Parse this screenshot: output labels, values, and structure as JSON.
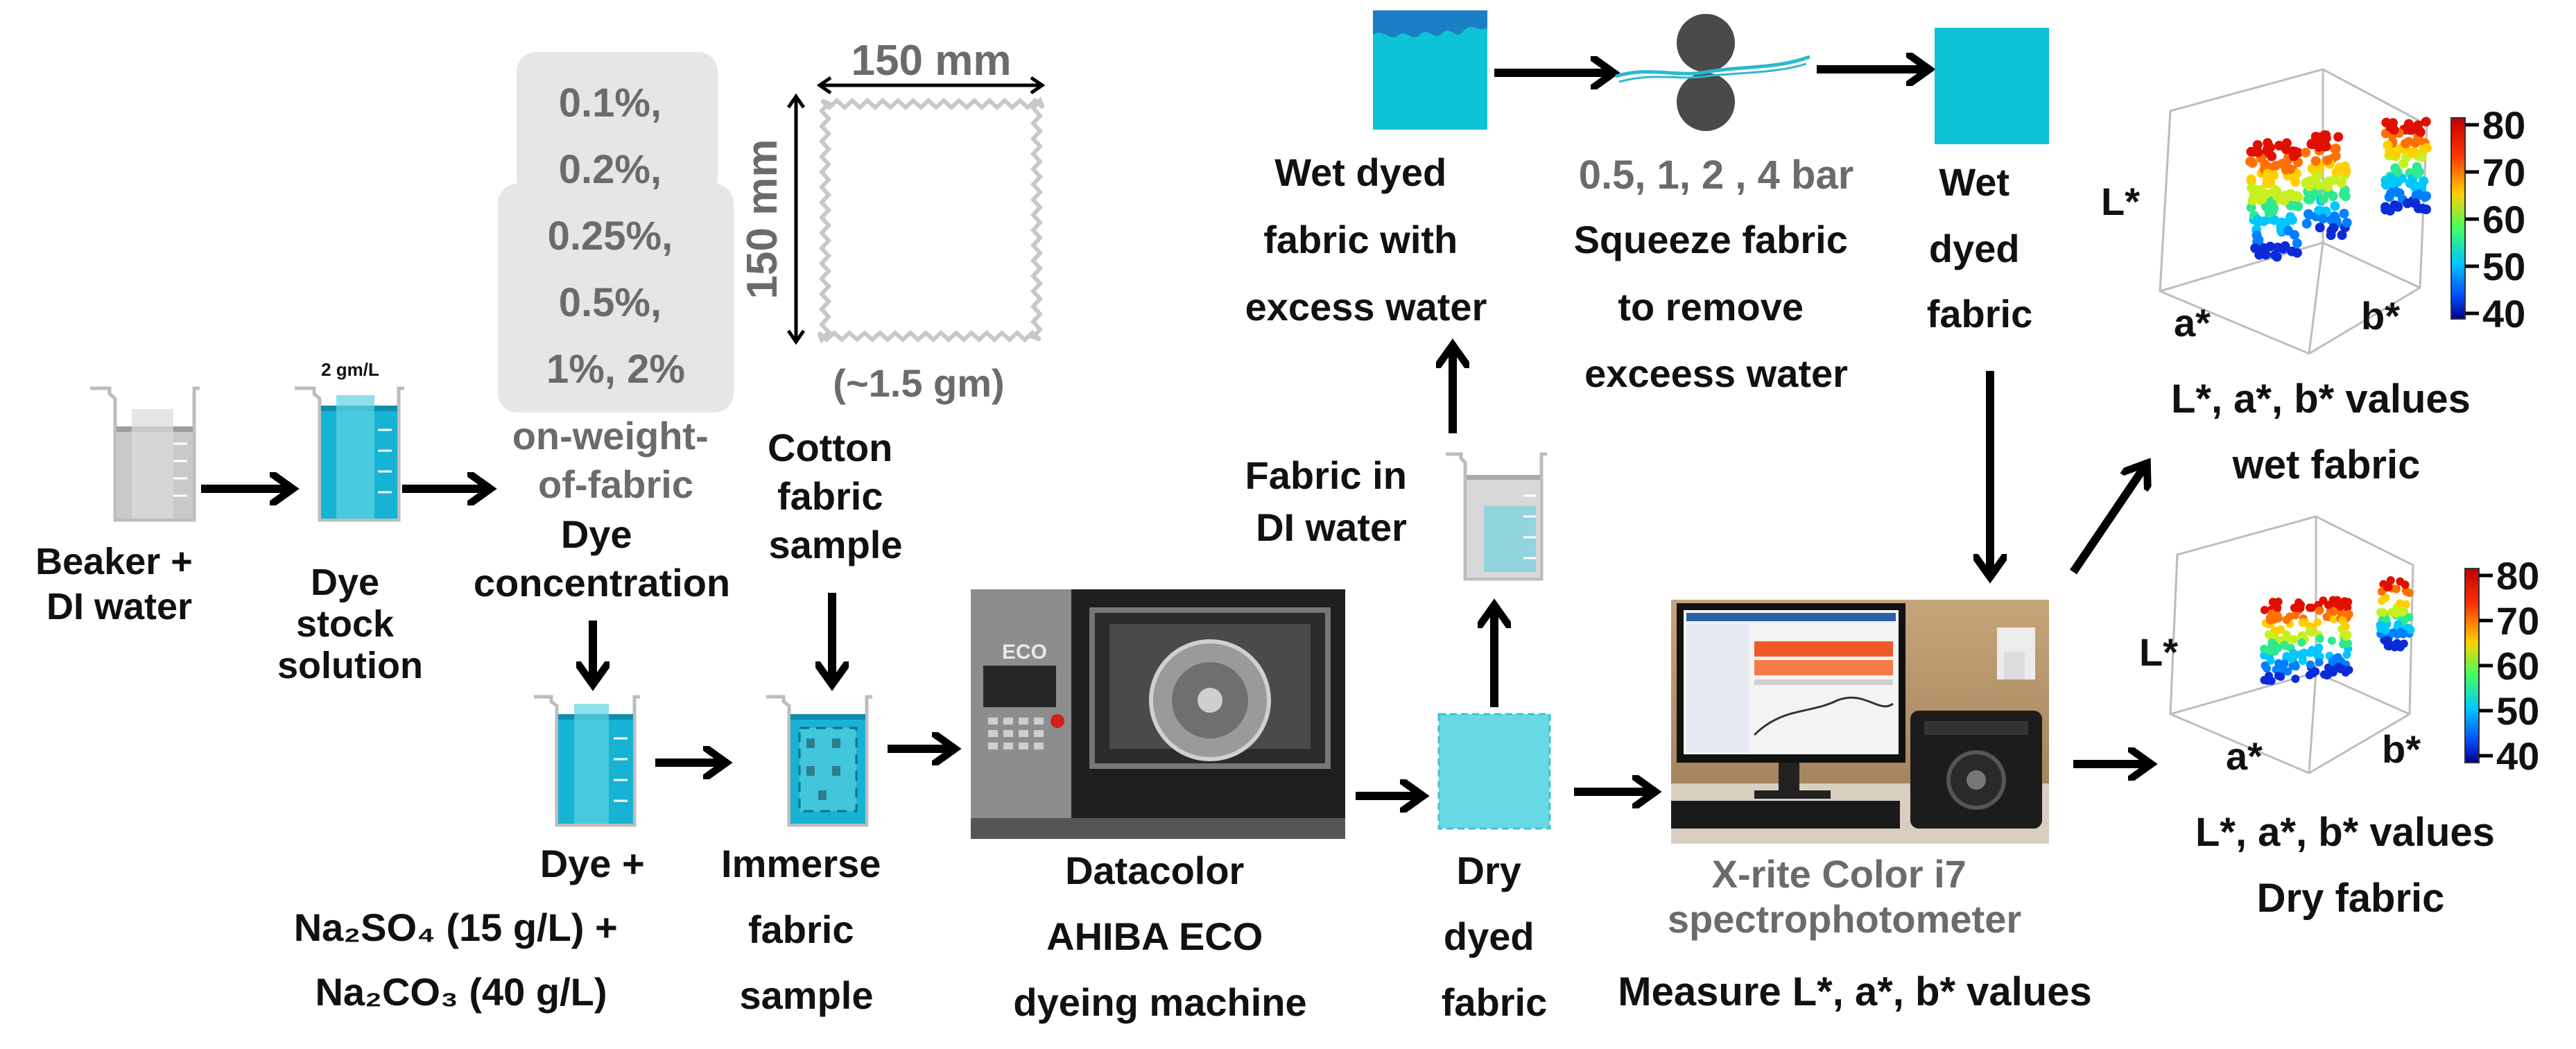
{
  "colors": {
    "dye": "#17b3d4",
    "dye_light": "#5ed4e4",
    "fabric_cyan": "#0fc3d6",
    "dry_fabric": "#66d9e4",
    "gray_text": "#6b6b6b",
    "concentration_bg": "#e6e6e6"
  },
  "labels": {
    "beaker_water": [
      "Beaker +",
      "DI water"
    ],
    "dye_stock": [
      "Dye",
      "stock",
      "solution"
    ],
    "stock_conc": "2 gm/L",
    "concentrations": [
      "0.1%,",
      "0.2%,",
      "0.25%,",
      "0.5%,",
      "1%, 2%"
    ],
    "owf": [
      "on-weight-",
      "of-fabric"
    ],
    "dye_concentration": [
      "Dye",
      "concentration"
    ],
    "fabric_width": "150 mm",
    "fabric_height": "150 mm",
    "fabric_weight": "(~1.5 gm)",
    "cotton_sample": [
      "Cotton",
      "fabric",
      "sample"
    ],
    "dye_bath": [
      "Dye +",
      "Na₂SO₄ (15 g/L) +",
      "Na₂CO₃  (40 g/L)"
    ],
    "immerse": [
      "Immerse",
      "fabric",
      "sample"
    ],
    "machine": [
      "Datacolor",
      "AHIBA ECO",
      "dyeing machine"
    ],
    "machine_badge": "ECO",
    "dry_dyed": [
      "Dry",
      "dyed",
      "fabric"
    ],
    "fabric_in_water": [
      "Fabric in",
      "DI water"
    ],
    "wet_excess": [
      "Wet dyed",
      "fabric with",
      "excess water"
    ],
    "pressures": "0.5, 1, 2 , 4 bar",
    "squeeze": [
      "Squeeze fabric",
      "to remove",
      "exceess water"
    ],
    "wet_dyed": [
      "Wet",
      "dyed",
      "fabric"
    ],
    "spectro_name": [
      "X-rite Color i7",
      "spectrophotometer"
    ],
    "measure": "Measure L*, a*, b* values",
    "plot_wet_caption": [
      "L*, a*, b* values",
      "wet fabric"
    ],
    "plot_dry_caption": [
      "L*, a*, b* values",
      "Dry fabric"
    ]
  },
  "plots": [
    {
      "axis_labels": [
        "L*",
        "a*",
        "b*"
      ],
      "colorbar_ticks": [
        "80",
        "70",
        "60",
        "50",
        "40"
      ]
    },
    {
      "axis_labels": [
        "L*",
        "a*",
        "b*"
      ],
      "colorbar_ticks": [
        "80",
        "70",
        "60",
        "50",
        "40"
      ]
    }
  ]
}
